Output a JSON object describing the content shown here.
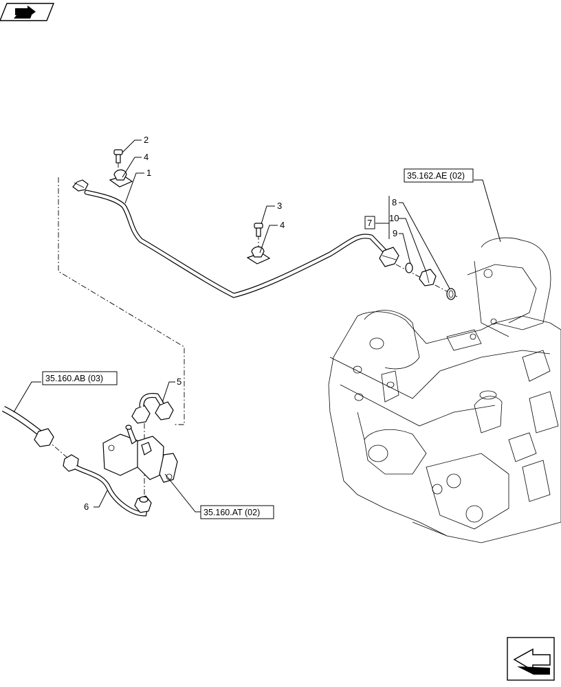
{
  "callouts": {
    "c1": "1",
    "c2": "2",
    "c3": "3",
    "c4a": "4",
    "c4b": "4",
    "c5": "5",
    "c6": "6",
    "c7": "7",
    "c8": "8",
    "c9": "9",
    "c10": "10"
  },
  "references": {
    "ref_162": "35.162.AE (02)",
    "ref_160ab": "35.160.AB (03)",
    "ref_160at": "35.160.AT (02)"
  },
  "icons": {
    "top_left": "book-arrow-icon",
    "bottom_right": "next-page-arrow-icon"
  }
}
